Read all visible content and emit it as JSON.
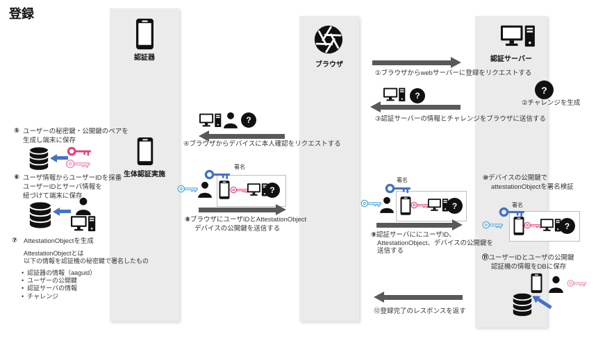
{
  "title": "登録",
  "lanes": {
    "authenticator": {
      "label": "認証器",
      "sub_label": "生体認証実施"
    },
    "browser": {
      "label": "ブラウザ"
    },
    "server": {
      "label": "認証サーバー"
    }
  },
  "badge": {
    "signature": "署名",
    "question_mark": "?",
    "bullet_char": "•"
  },
  "steps": {
    "s1": {
      "text": "①ブラウザからwebサーバーに登録をリクエストする"
    },
    "s2": {
      "text": "②チャレンジを生成"
    },
    "s3": {
      "text": "③認証サーバーの情報とチャレンジをブラウザに送信する"
    },
    "s4": {
      "text": "④ブラウザからデバイスに本人確認をリクエストする"
    },
    "s5": {
      "num": "⑤",
      "line1": "ユーザーの秘密鍵・公開鍵のペアを",
      "line2": "生成し端末に保存"
    },
    "s6": {
      "num": "⑥",
      "line1": "ユーザ情報からユーザーIDを採番",
      "line2": "ユーザーIDとサーバ情報を",
      "line3": "紐づけて端末に保存"
    },
    "s7": {
      "num": "⑦",
      "title": "AttestationObjectを生成",
      "desc1": "AttestationObjectとは",
      "desc2": "以下の情報を認証機の秘密鍵で署名したもの",
      "bullets": [
        "認証器の情報（aaguid）",
        "ユーザーの公開鍵",
        "認証サーバの情報",
        "チャレンジ"
      ]
    },
    "s8": {
      "num": "⑧",
      "line1": "ブラウザにユーザIDとAttestationObject",
      "line2": "デバイスの公開鍵を送信する"
    },
    "s9": {
      "num": "⑨",
      "line1": "認証サーバににユーザID、",
      "line2": "AttestationObject、デバイスの公開鍵を",
      "line3": "送信する"
    },
    "s10": {
      "num": "⑩",
      "line1": "デバイスの公開鍵で",
      "line2": "attestationObjectを署名検証"
    },
    "s11": {
      "num": "⑪",
      "line1": "ユーザーIDとユーザの公開鍵",
      "line2": "認証機の情報をDBに保存"
    },
    "s12": {
      "text": "⑫登録完了のレスポンスを返す"
    }
  },
  "colors": {
    "lane_bg": "#ebebeb",
    "arrow_gray": "#595959",
    "blue": "#4472c4",
    "blue_light": "#4aa3e0",
    "pink": "#e2417c",
    "pink_light": "#f08ab5",
    "icon_black": "#111111"
  }
}
